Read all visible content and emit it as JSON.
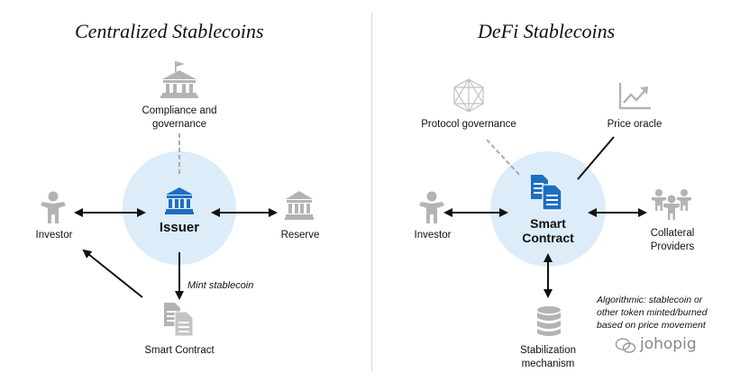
{
  "left": {
    "title": "Centralized Stablecoins",
    "compliance_label_line1": "Compliance and",
    "compliance_label_line2": "governance",
    "center_label": "Issuer",
    "investor_label": "Investor",
    "reserve_label": "Reserve",
    "mint_label": "Mint stablecoin",
    "smart_contract_label": "Smart Contract"
  },
  "right": {
    "title": "DeFi Stablecoins",
    "protocol_label": "Protocol governance",
    "oracle_label": "Price oracle",
    "center_label_line1": "Smart",
    "center_label_line2": "Contract",
    "investor_label": "Investor",
    "collateral_label_line1": "Collateral",
    "collateral_label_line2": "Providers",
    "stabilization_label_line1": "Stabilization",
    "stabilization_label_line2": "mechanism",
    "note_line1": "Algorithmic: stablecoin or",
    "note_line2": "other token minted/burned",
    "note_line3": "based on price movement"
  },
  "watermark": "johopig",
  "colors": {
    "circle_fill": "#dcecf8",
    "accent_blue": "#1d6fc2",
    "icon_gray": "#b3b3b3",
    "arrow": "#111111"
  }
}
